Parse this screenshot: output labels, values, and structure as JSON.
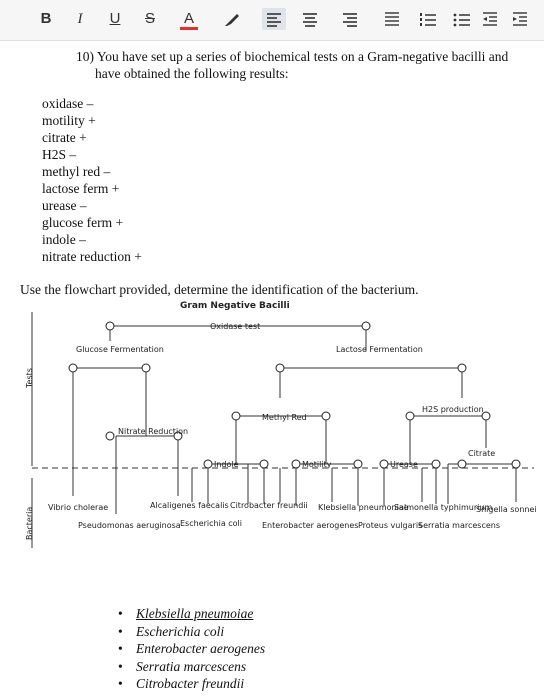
{
  "toolbar": {
    "buttons": [
      "B",
      "I",
      "U",
      "S",
      "A",
      "",
      "",
      "",
      "",
      "",
      "",
      "",
      ""
    ]
  },
  "question": {
    "text": "10) You have set up a series of biochemical tests on a Gram-negative bacilli and have obtained the following results:"
  },
  "results": [
    "oxidase –",
    "motility +",
    "citrate +",
    "H2S –",
    "methyl red –",
    "lactose ferm +",
    "urease –",
    "glucose ferm +",
    "indole –",
    "nitrate reduction +"
  ],
  "instruction": "Use the flowchart provided, determine the identification of the bacterium.",
  "flowchart": {
    "title": "Gram Negative Bacilli",
    "side_tests": "Tests",
    "side_bacteria": "Bacteria",
    "nodes": {
      "oxidase": "Oxidase test",
      "glucose": "Glucose Fermentation",
      "lactose": "Lactose Fermentation",
      "nitrate": "Nitrate Reduction",
      "methyl": "Methyl Red",
      "h2s": "H2S production",
      "indole": "Indole",
      "motility": "Motility",
      "urease": "Urease",
      "citrate": "Citrate"
    },
    "bacteria": {
      "vibrio": "Vibrio cholerae",
      "pseudomonas": "Pseudomonas aeruginosa",
      "alcaligenes": "Alcaligenes faecalis",
      "escherichia": "Escherichia coli",
      "citrobacter": "Citrobacter freundii",
      "enterobacter": "Enterobacter aerogenes",
      "klebsiella": "Klebsiella pneumoniae",
      "proteus": "Proteus vulgaris",
      "salmonella": "Salmonella typhimurium",
      "serratia": "Serratia marcescens",
      "shigella": "Shigella sonnei"
    }
  },
  "answers": [
    {
      "text": "Klebsiella pneumoiae"
    },
    {
      "text": "Escherichia coli"
    },
    {
      "text": "Enterobacter aerogenes"
    },
    {
      "text": "Serratia marcescens"
    },
    {
      "text": "Citrobacter freundii"
    }
  ]
}
